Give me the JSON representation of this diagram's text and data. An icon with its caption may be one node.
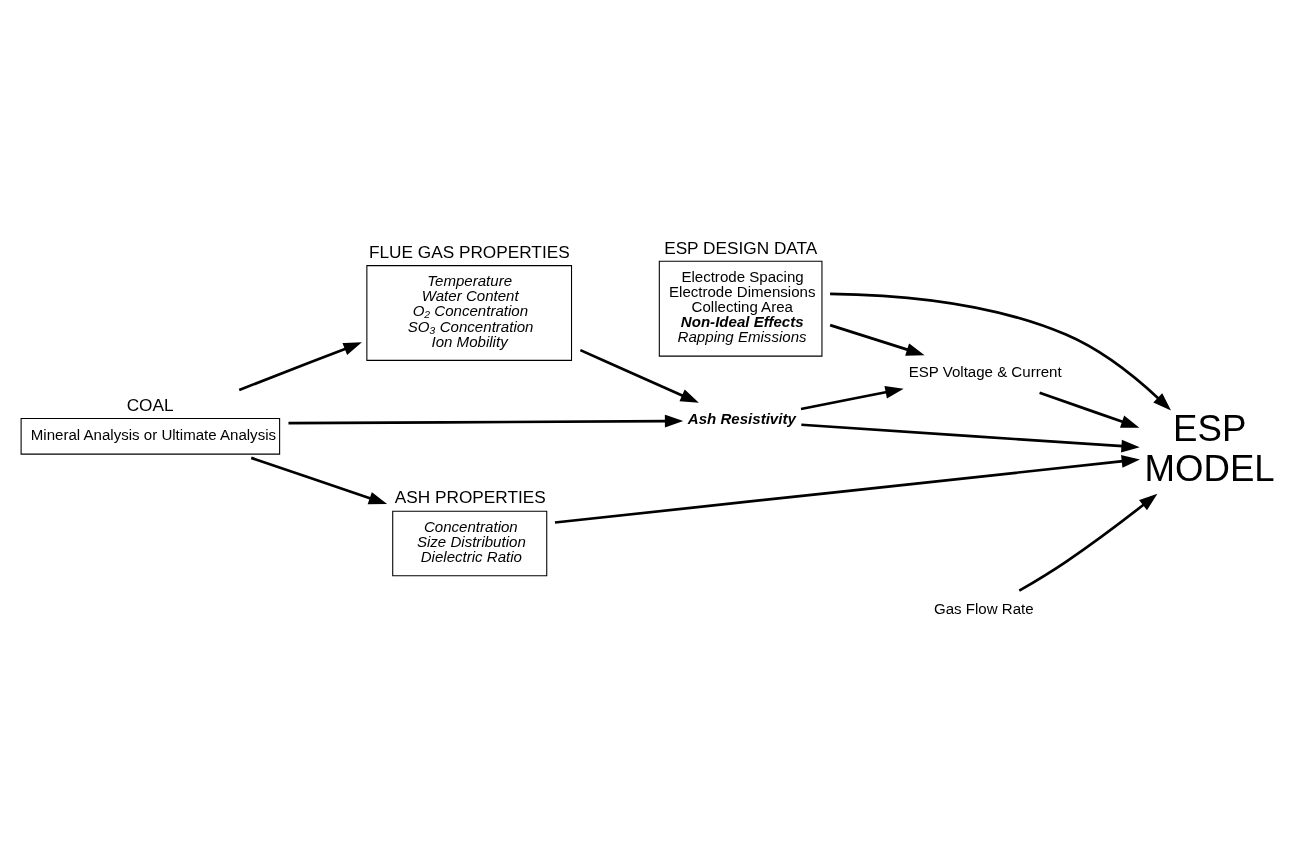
{
  "diagram": {
    "nodes": [
      {
        "text": [
          "FLUE GAS PROPERTIES",
          "Temperature",
          "Water Content",
          "O₂ Concentration",
          "SO₃ Concentration",
          "Ion Mobility"
        ]
      },
      {
        "text": [
          "ESP DESIGN DATA",
          "Electrode Spacing",
          "Electrode Dimensions",
          "Collecting Area",
          "**Non-Ideal Effects**",
          "*Rapping Emissions*"
        ]
      },
      {
        "text": [
          "COAL",
          "Mineral Analysis or Ultimate Analysis"
        ]
      },
      {
        "text": [
          "ASH PROPERTIES",
          "Concentration",
          "Size Distribution",
          "Dielectric Ratio"
        ]
      },
      {
        "text": [
          "Ash Resistivity"
        ]
      },
      {
        "text": [
          "ESP Voltage & Current"
        ]
      },
      {
        "text": [
          "ESP MODEL"
        ]
      },
      {
        "text": [
          "Gas Flow Rate"
        ]
      }
    ],
    "edges": [
      {
        "from": 2,
        "to": 0,
        "arrow": "to"
      },
      {
        "from": 2,
        "to": 4,
        "arrow": "to"
      },
      {
        "from": 2,
        "to": 3,
        "arrow": "to"
      },
      {
        "from": 0,
        "to": 4,
        "arrow": "to"
      },
      {
        "from": 1,
        "to": 5,
        "arrow": "to"
      },
      {
        "from": 1,
        "to": 6,
        "arrow": "to"
      },
      {
        "from": 4,
        "to": 5,
        "arrow": "to"
      },
      {
        "from": 4,
        "to": 6,
        "arrow": "to"
      },
      {
        "from": 5,
        "to": 6,
        "arrow": "to"
      },
      {
        "from": 7,
        "to": 6,
        "arrow": "to"
      },
      {
        "from": 3,
        "to": 6,
        "arrow": "to"
      }
    ]
  }
}
